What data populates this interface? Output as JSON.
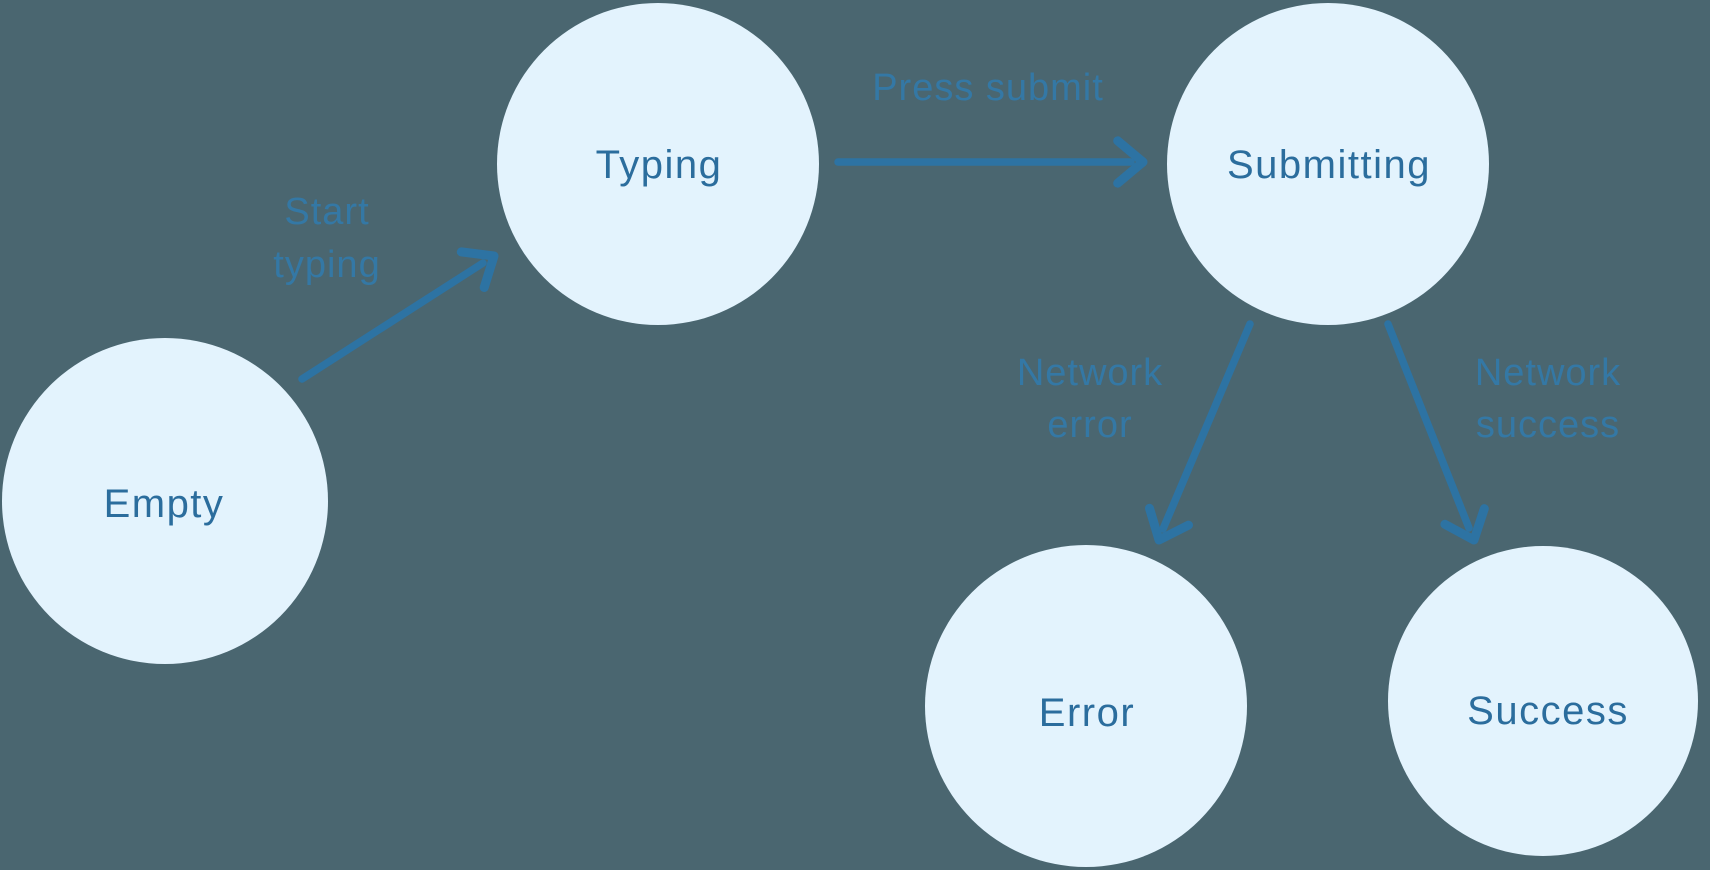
{
  "diagram": {
    "type": "state-machine",
    "nodes": [
      {
        "id": "empty",
        "label": "Empty"
      },
      {
        "id": "typing",
        "label": "Typing"
      },
      {
        "id": "submitting",
        "label": "Submitting"
      },
      {
        "id": "error",
        "label": "Error"
      },
      {
        "id": "success",
        "label": "Success"
      }
    ],
    "edges": [
      {
        "from": "empty",
        "to": "typing",
        "label": "Start typing",
        "label_lines": [
          "Start",
          "typing"
        ]
      },
      {
        "from": "typing",
        "to": "submitting",
        "label": "Press submit",
        "label_lines": [
          "Press submit"
        ]
      },
      {
        "from": "submitting",
        "to": "error",
        "label": "Network error",
        "label_lines": [
          "Network",
          "error"
        ]
      },
      {
        "from": "submitting",
        "to": "success",
        "label": "Network success",
        "label_lines": [
          "Network",
          "success"
        ]
      }
    ],
    "colors": {
      "background": "#4A6670",
      "node_fill": "#E3F3FD",
      "node_text": "#2B6D9D",
      "arrow": "#2D73A3",
      "edge_label": "#3478A5"
    }
  }
}
